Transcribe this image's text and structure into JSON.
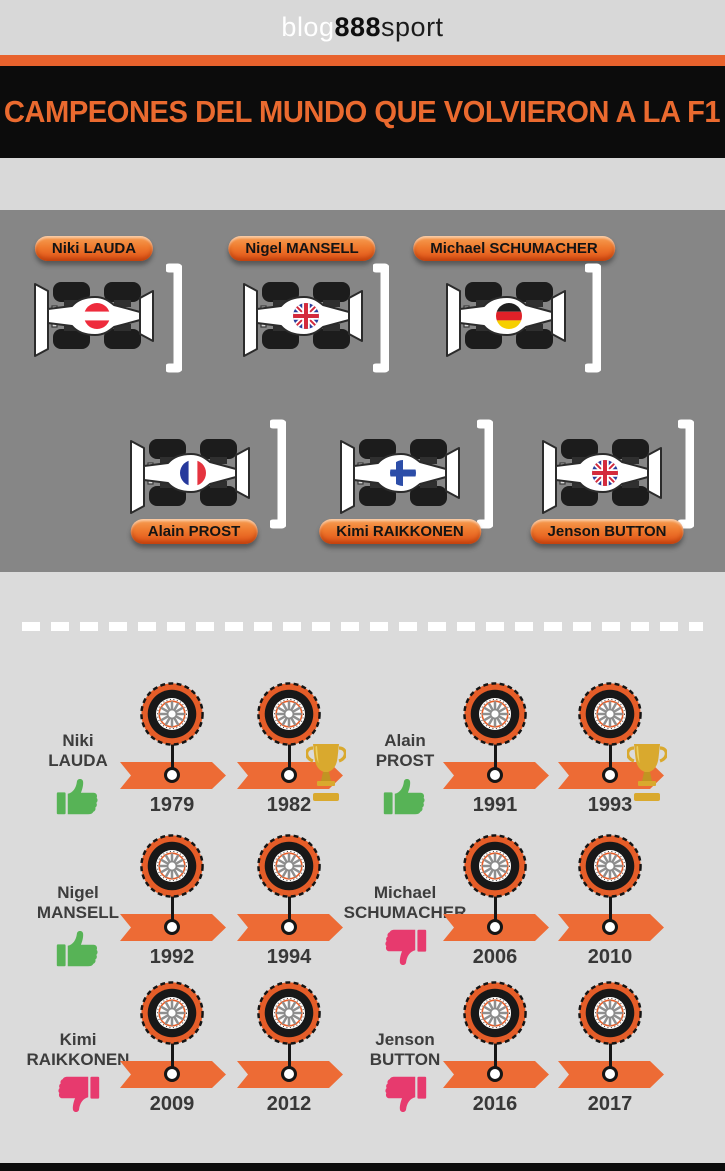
{
  "brand": {
    "blog": "blog",
    "eight": "888",
    "sport": "sport"
  },
  "title": "CAMPEONES DEL MUNDO QUE VOLVIERON A LA F1",
  "colors": {
    "orange": "#e8622d",
    "banner_bg": "#0c0c0c",
    "cars_bg": "#868686",
    "page_bg": "#d9d9d9",
    "thumb_up_green": "#57b356",
    "thumb_down_pink": "#e73a6e",
    "trophy_gold": "#d9a92e",
    "white": "#ffffff"
  },
  "drivers_grid": {
    "rows": [
      {
        "pill_position": "above",
        "drivers": [
          {
            "name": "Niki LAUDA",
            "flag": "austria"
          },
          {
            "name": "Nigel MANSELL",
            "flag": "united-kingdom"
          },
          {
            "name": "Michael SCHUMACHER",
            "flag": "germany"
          }
        ]
      },
      {
        "pill_position": "below",
        "drivers": [
          {
            "name": "Alain PROST",
            "flag": "france"
          },
          {
            "name": "Kimi RAIKKONEN",
            "flag": "finland"
          },
          {
            "name": "Jenson BUTTON",
            "flag": "united-kingdom"
          }
        ]
      }
    ]
  },
  "timeline": {
    "champions": [
      {
        "first": "Niki",
        "last": "LAUDA",
        "verdict": "thumbs-up",
        "years": [
          {
            "year": "1979",
            "trophy": false
          },
          {
            "year": "1982",
            "trophy": true
          }
        ]
      },
      {
        "first": "Alain",
        "last": "PROST",
        "verdict": "thumbs-up",
        "years": [
          {
            "year": "1991",
            "trophy": false
          },
          {
            "year": "1993",
            "trophy": true
          }
        ]
      },
      {
        "first": "Nigel",
        "last": "MANSELL",
        "verdict": "thumbs-up",
        "years": [
          {
            "year": "1992",
            "trophy": false
          },
          {
            "year": "1994",
            "trophy": false
          }
        ]
      },
      {
        "first": "Michael",
        "last": "SCHUMACHER",
        "verdict": "thumbs-down",
        "years": [
          {
            "year": "2006",
            "trophy": false
          },
          {
            "year": "2010",
            "trophy": false
          }
        ]
      },
      {
        "first": "Kimi",
        "last": "RAIKKONEN",
        "verdict": "thumbs-down",
        "years": [
          {
            "year": "2009",
            "trophy": false
          },
          {
            "year": "2012",
            "trophy": false
          }
        ]
      },
      {
        "first": "Jenson",
        "last": "BUTTON",
        "verdict": "thumbs-down",
        "years": [
          {
            "year": "2016",
            "trophy": false
          },
          {
            "year": "2017",
            "trophy": false
          }
        ]
      }
    ]
  }
}
